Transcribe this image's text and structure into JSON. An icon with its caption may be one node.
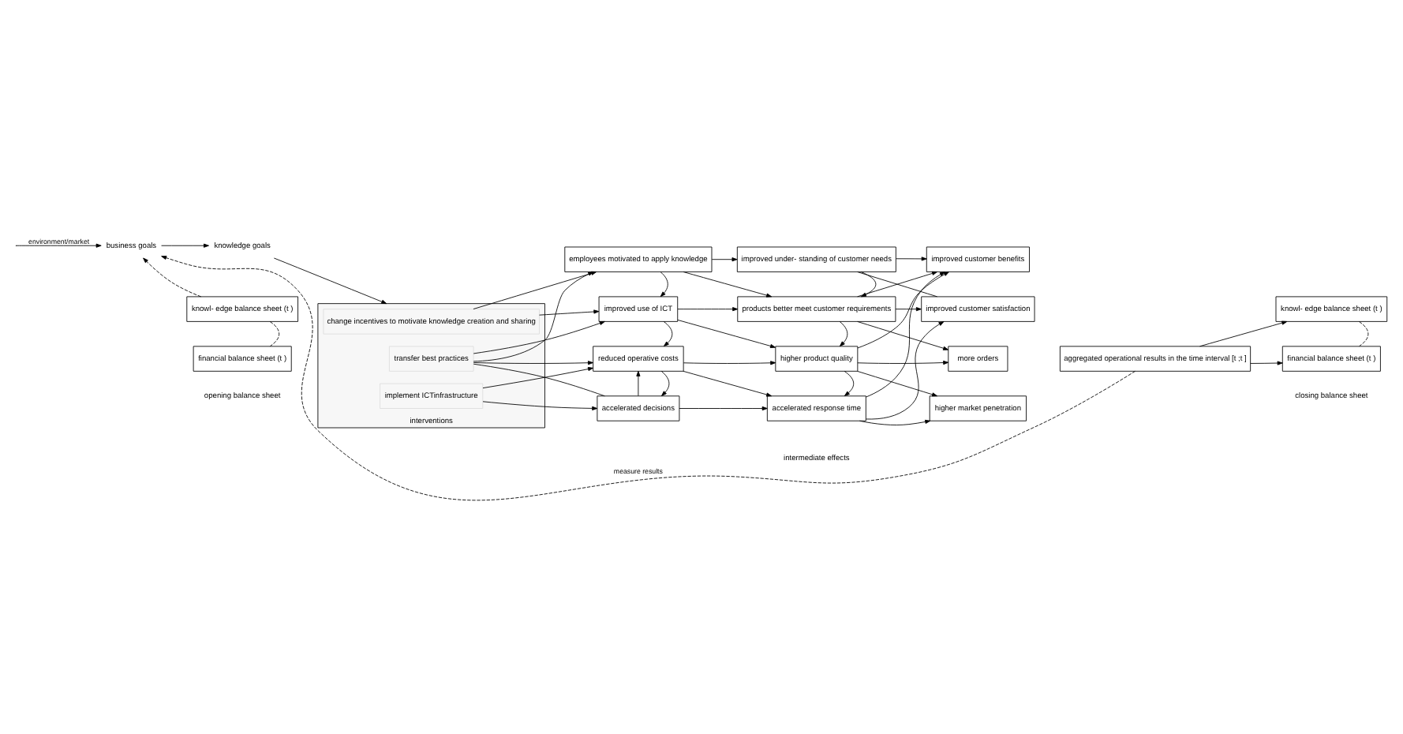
{
  "diagram": {
    "nodes": [
      {
        "text": [
          "business goals"
        ]
      },
      {
        "text": [
          "knowledge goals"
        ]
      },
      {
        "text": [
          "knowl- edge balance sheet (t )"
        ]
      },
      {
        "text": [
          "financial balance sheet (t )"
        ],
        "beside": [
          "opening balance sheet"
        ]
      },
      {
        "text": [
          "interventions"
        ]
      },
      {
        "text": [
          "change incentives to motivate knowledge creation and sharing"
        ],
        "in": 4
      },
      {
        "text": [
          "transfer best practices"
        ],
        "in": 4
      },
      {
        "text": [
          "implement ICTinfrastructure"
        ],
        "in": 4
      },
      {
        "text": [
          "employees motivated to apply knowledge"
        ]
      },
      {
        "text": [
          "improved use of ICT"
        ]
      },
      {
        "text": [
          "reduced operative costs"
        ]
      },
      {
        "text": [
          "accelerated decisions"
        ]
      },
      {
        "text": [
          "improved under- standing of customer needs"
        ]
      },
      {
        "text": [
          "products better meet customer requirements"
        ]
      },
      {
        "text": [
          "higher product quality"
        ]
      },
      {
        "text": [
          "accelerated response time"
        ]
      },
      {
        "text": [
          "improved customer benefits"
        ]
      },
      {
        "text": [
          "improved customer satisfaction"
        ]
      },
      {
        "text": [
          "more orders"
        ]
      },
      {
        "text": [
          "higher market penetration"
        ]
      },
      {
        "text": [
          "aggregated operational results in the time interval [t ;t ]"
        ]
      },
      {
        "text": [
          "knowl- edge balance sheet (t )"
        ]
      },
      {
        "text": [
          "financial balance sheet (t )"
        ],
        "beside": [
          "closing balance sheet"
        ]
      }
    ],
    "edges": [
      {
        "from": null,
        "to": 0,
        "arrow": "to",
        "label": "environment/market"
      },
      {
        "from": 0,
        "to": 1,
        "arrow": "to"
      },
      {
        "from": 1,
        "to": 4,
        "arrow": "to"
      },
      {
        "from": 2,
        "to": 0,
        "arrow": "to",
        "style": "dashed"
      },
      {
        "from": 2,
        "to": 3,
        "arrow": "none",
        "style": "dashed"
      },
      {
        "from": 5,
        "to": 8,
        "arrow": "to"
      },
      {
        "from": 5,
        "to": 9,
        "arrow": "to"
      },
      {
        "from": 6,
        "to": 8,
        "arrow": "to"
      },
      {
        "from": 6,
        "to": 9,
        "arrow": "to"
      },
      {
        "from": 6,
        "to": 10,
        "arrow": "to"
      },
      {
        "from": 6,
        "to": 11,
        "arrow": "none"
      },
      {
        "from": 7,
        "to": 10,
        "arrow": "to"
      },
      {
        "from": 7,
        "to": 11,
        "arrow": "to"
      },
      {
        "from": 8,
        "to": 12,
        "arrow": "to"
      },
      {
        "from": 8,
        "to": 9,
        "arrow": "to"
      },
      {
        "from": 8,
        "to": 13,
        "arrow": "to"
      },
      {
        "from": 9,
        "to": 13,
        "arrow": "to"
      },
      {
        "from": 9,
        "to": 10,
        "arrow": "to"
      },
      {
        "from": 9,
        "to": 14,
        "arrow": "to"
      },
      {
        "from": 10,
        "to": 14,
        "arrow": "to"
      },
      {
        "from": 10,
        "to": 15,
        "arrow": "to"
      },
      {
        "from": 10,
        "to": 11,
        "arrow": "to"
      },
      {
        "from": 11,
        "to": 10,
        "arrow": "to"
      },
      {
        "from": 11,
        "to": 15,
        "arrow": "to"
      },
      {
        "from": 12,
        "to": 16,
        "arrow": "to"
      },
      {
        "from": 12,
        "to": 13,
        "arrow": "to"
      },
      {
        "from": 12,
        "to": 17,
        "arrow": "none"
      },
      {
        "from": 13,
        "to": 17,
        "arrow": "to"
      },
      {
        "from": 13,
        "to": 16,
        "arrow": "to"
      },
      {
        "from": 13,
        "to": 14,
        "arrow": "to"
      },
      {
        "from": 13,
        "to": 18,
        "arrow": "to"
      },
      {
        "from": 14,
        "to": 18,
        "arrow": "to"
      },
      {
        "from": 14,
        "to": 15,
        "arrow": "to"
      },
      {
        "from": 14,
        "to": 19,
        "arrow": "to"
      },
      {
        "from": 14,
        "to": 16,
        "arrow": "to"
      },
      {
        "from": 15,
        "to": 19,
        "arrow": "to"
      },
      {
        "from": 15,
        "to": 16,
        "arrow": "to"
      },
      {
        "from": 15,
        "to": 17,
        "arrow": "to"
      },
      {
        "from": 20,
        "to": 0,
        "arrow": "to",
        "style": "dashed",
        "label": "measure results"
      },
      {
        "from": 20,
        "to": 21,
        "arrow": "to"
      },
      {
        "from": 20,
        "to": 22,
        "arrow": "to"
      },
      {
        "from": 21,
        "to": 22,
        "arrow": "none",
        "style": "dashed"
      }
    ],
    "labels": [
      "intermediate effects"
    ]
  }
}
